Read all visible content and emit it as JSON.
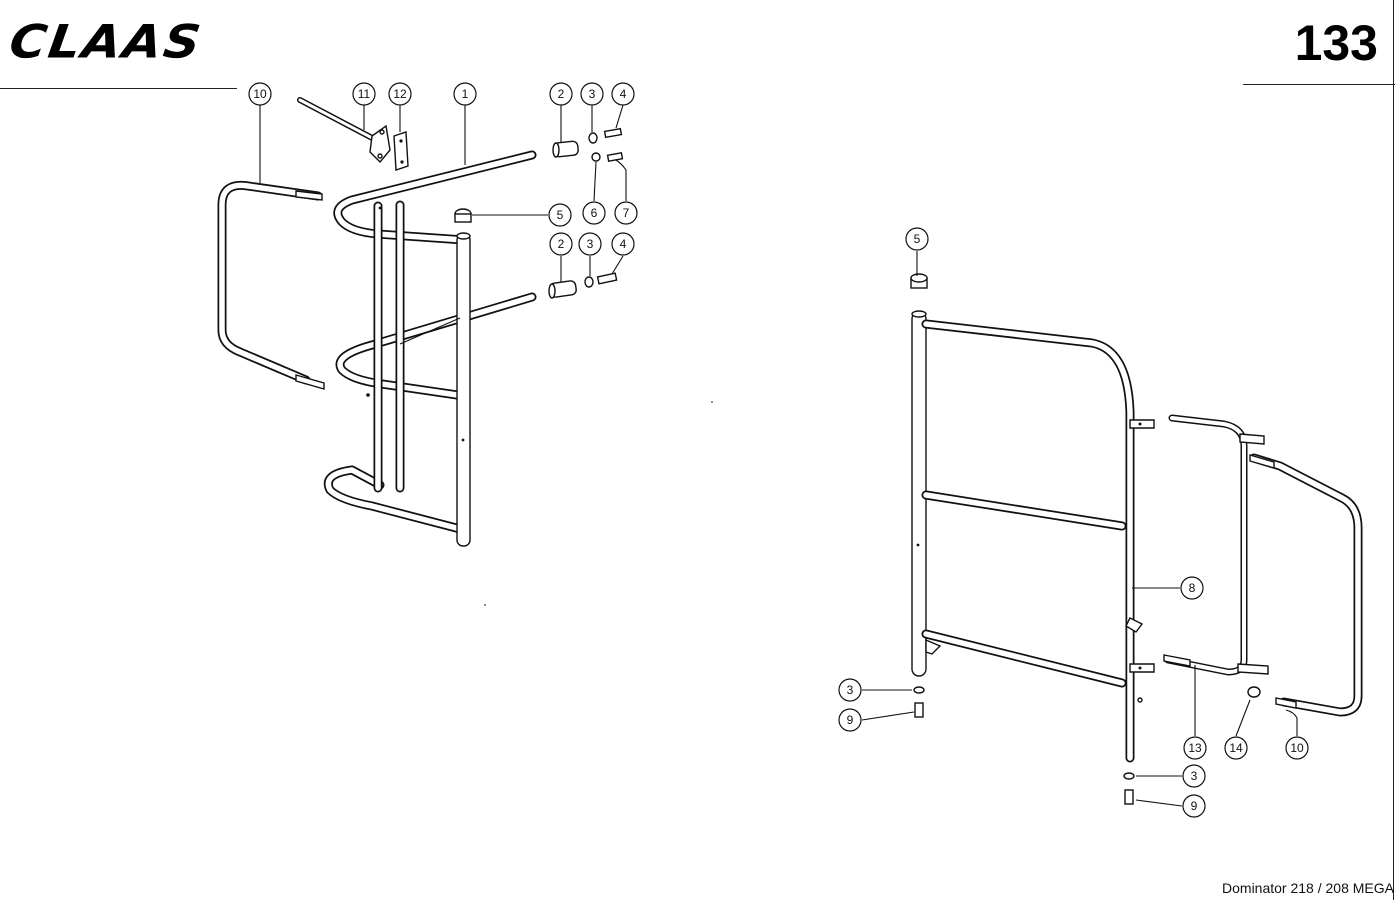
{
  "header": {
    "brand": "CLAAS",
    "page_number": "133"
  },
  "footer": {
    "model": "Dominator 218 / 208 MEGA"
  },
  "callouts": {
    "left_assembly": [
      "10",
      "11",
      "12",
      "1",
      "2",
      "3",
      "4",
      "5",
      "6",
      "7",
      "2",
      "3",
      "4"
    ],
    "right_assembly": [
      "5",
      "8",
      "3",
      "9",
      "13",
      "14",
      "10",
      "3",
      "9"
    ]
  }
}
